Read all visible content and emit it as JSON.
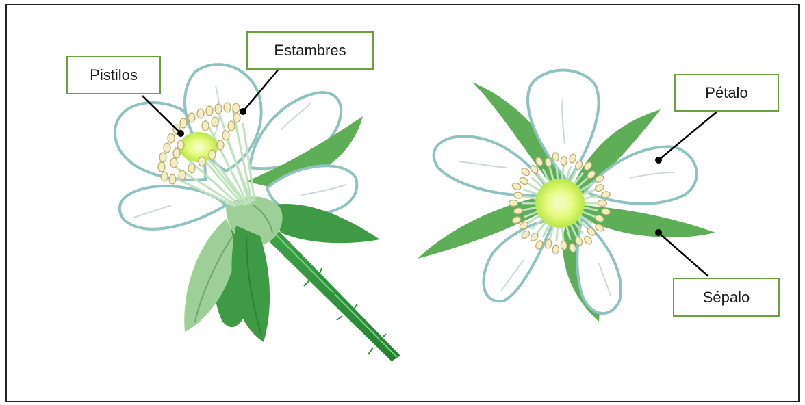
{
  "labels": {
    "pistilos": "Pistilos",
    "estambres": "Estambres",
    "petalo": "Pétalo",
    "sepalo": "Sépalo"
  },
  "colors": {
    "box_border": "#6aa13c",
    "petal_outline": "#8fc3c2",
    "sepal_dark": "#3f9a45",
    "sepal_light": "#9fcf98",
    "center": "#d8f76a",
    "anther": "#f3ecc4",
    "stem": "#2f8f3a"
  },
  "icons": [
    "leader-line",
    "pointer-dot"
  ]
}
